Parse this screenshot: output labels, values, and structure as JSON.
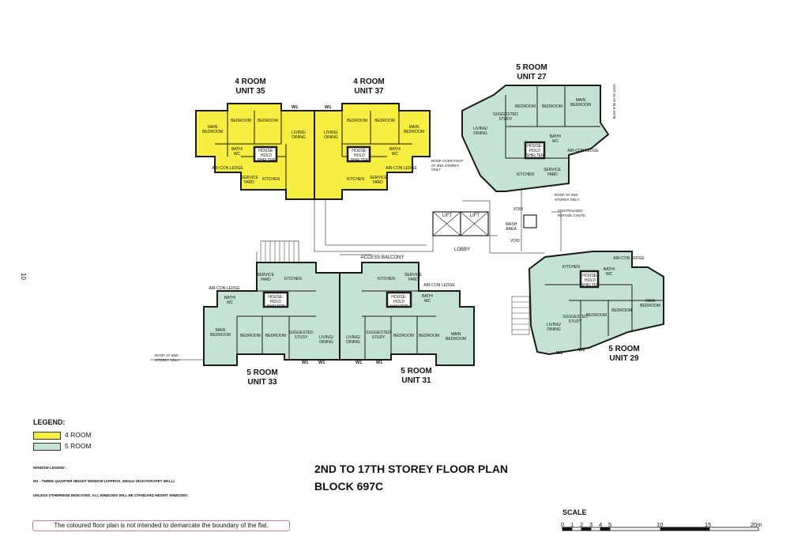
{
  "colors": {
    "four_room": "#f6ee41",
    "five_room": "#c5e3d3",
    "wall": "#1a1a1a",
    "line": "#555555"
  },
  "units": [
    {
      "id": "u35",
      "type": "4 ROOM",
      "unit": "UNIT 35"
    },
    {
      "id": "u37",
      "type": "4 ROOM",
      "unit": "UNIT 37"
    },
    {
      "id": "u27",
      "type": "5 ROOM",
      "unit": "UNIT 27"
    },
    {
      "id": "u33",
      "type": "5 ROOM",
      "unit": "UNIT 33"
    },
    {
      "id": "u31",
      "type": "5 ROOM",
      "unit": "UNIT 31"
    },
    {
      "id": "u29",
      "type": "5 ROOM",
      "unit": "UNIT 29"
    }
  ],
  "rooms": {
    "main_bedroom": "MAIN\nBEDROOM",
    "bedroom": "BEDROOM",
    "living_dining": "LIVING/\nDINING",
    "kitchen": "KITCHEN",
    "bath_wc": "BATH/\nWC",
    "household_shelter": "HOUSE-\nHOLD\nSHELTER",
    "service_yard": "SERVICE\nYARD",
    "aircon_ledge": "AIR-CON LEDGE",
    "suggested_study": "SUGGESTED\nSTUDY",
    "lift": "LIFT",
    "lobby": "LOBBY",
    "access_balcony": "ACCESS BALCONY",
    "void": "VOID",
    "wash_area": "WASH AREA",
    "w1": "W1"
  },
  "notes": {
    "roof_2nd_left": "ROOF AT 2ND\nSTOREY ONLY",
    "roof_over_fscp": "ROOF OVER FSCP\nAT 2ND STOREY\nONLY",
    "roof_2nd_right": "ROOF AT 2ND\nSTOREY ONLY",
    "centralised_refuse": "CENTRALISED\nREFUSE CHUTE",
    "unit_15": "UNIT 15 AT BLK 697B"
  },
  "legend": {
    "title": "LEGEND:",
    "items": [
      {
        "label": "4 ROOM",
        "color": "#f6ee41"
      },
      {
        "label": "5 ROOM",
        "color": "#c5e3d3"
      }
    ],
    "window_title": "WINDOW LEGEND :",
    "window_w1": "W1  -  THREE QUARTER HEIGHT WINDOW (APPROX. 550mm HIGH PARAPET WALL)",
    "window_note": "UNLESS OTHERWISE INDICATED, ALL WINDOWS WILL BE STANDARD HEIGHT WINDOWS."
  },
  "plan_title": "2ND TO 17TH STOREY FLOOR PLAN",
  "block": "BLOCK 697C",
  "disclaimer": "The coloured floor plan is not intended to demarcate the boundary of the flat.",
  "page_number": "10",
  "scale": {
    "title": "SCALE",
    "ticks": [
      "0",
      "1",
      "2",
      "3",
      "4",
      "5",
      "10",
      "15",
      "20m"
    ]
  }
}
